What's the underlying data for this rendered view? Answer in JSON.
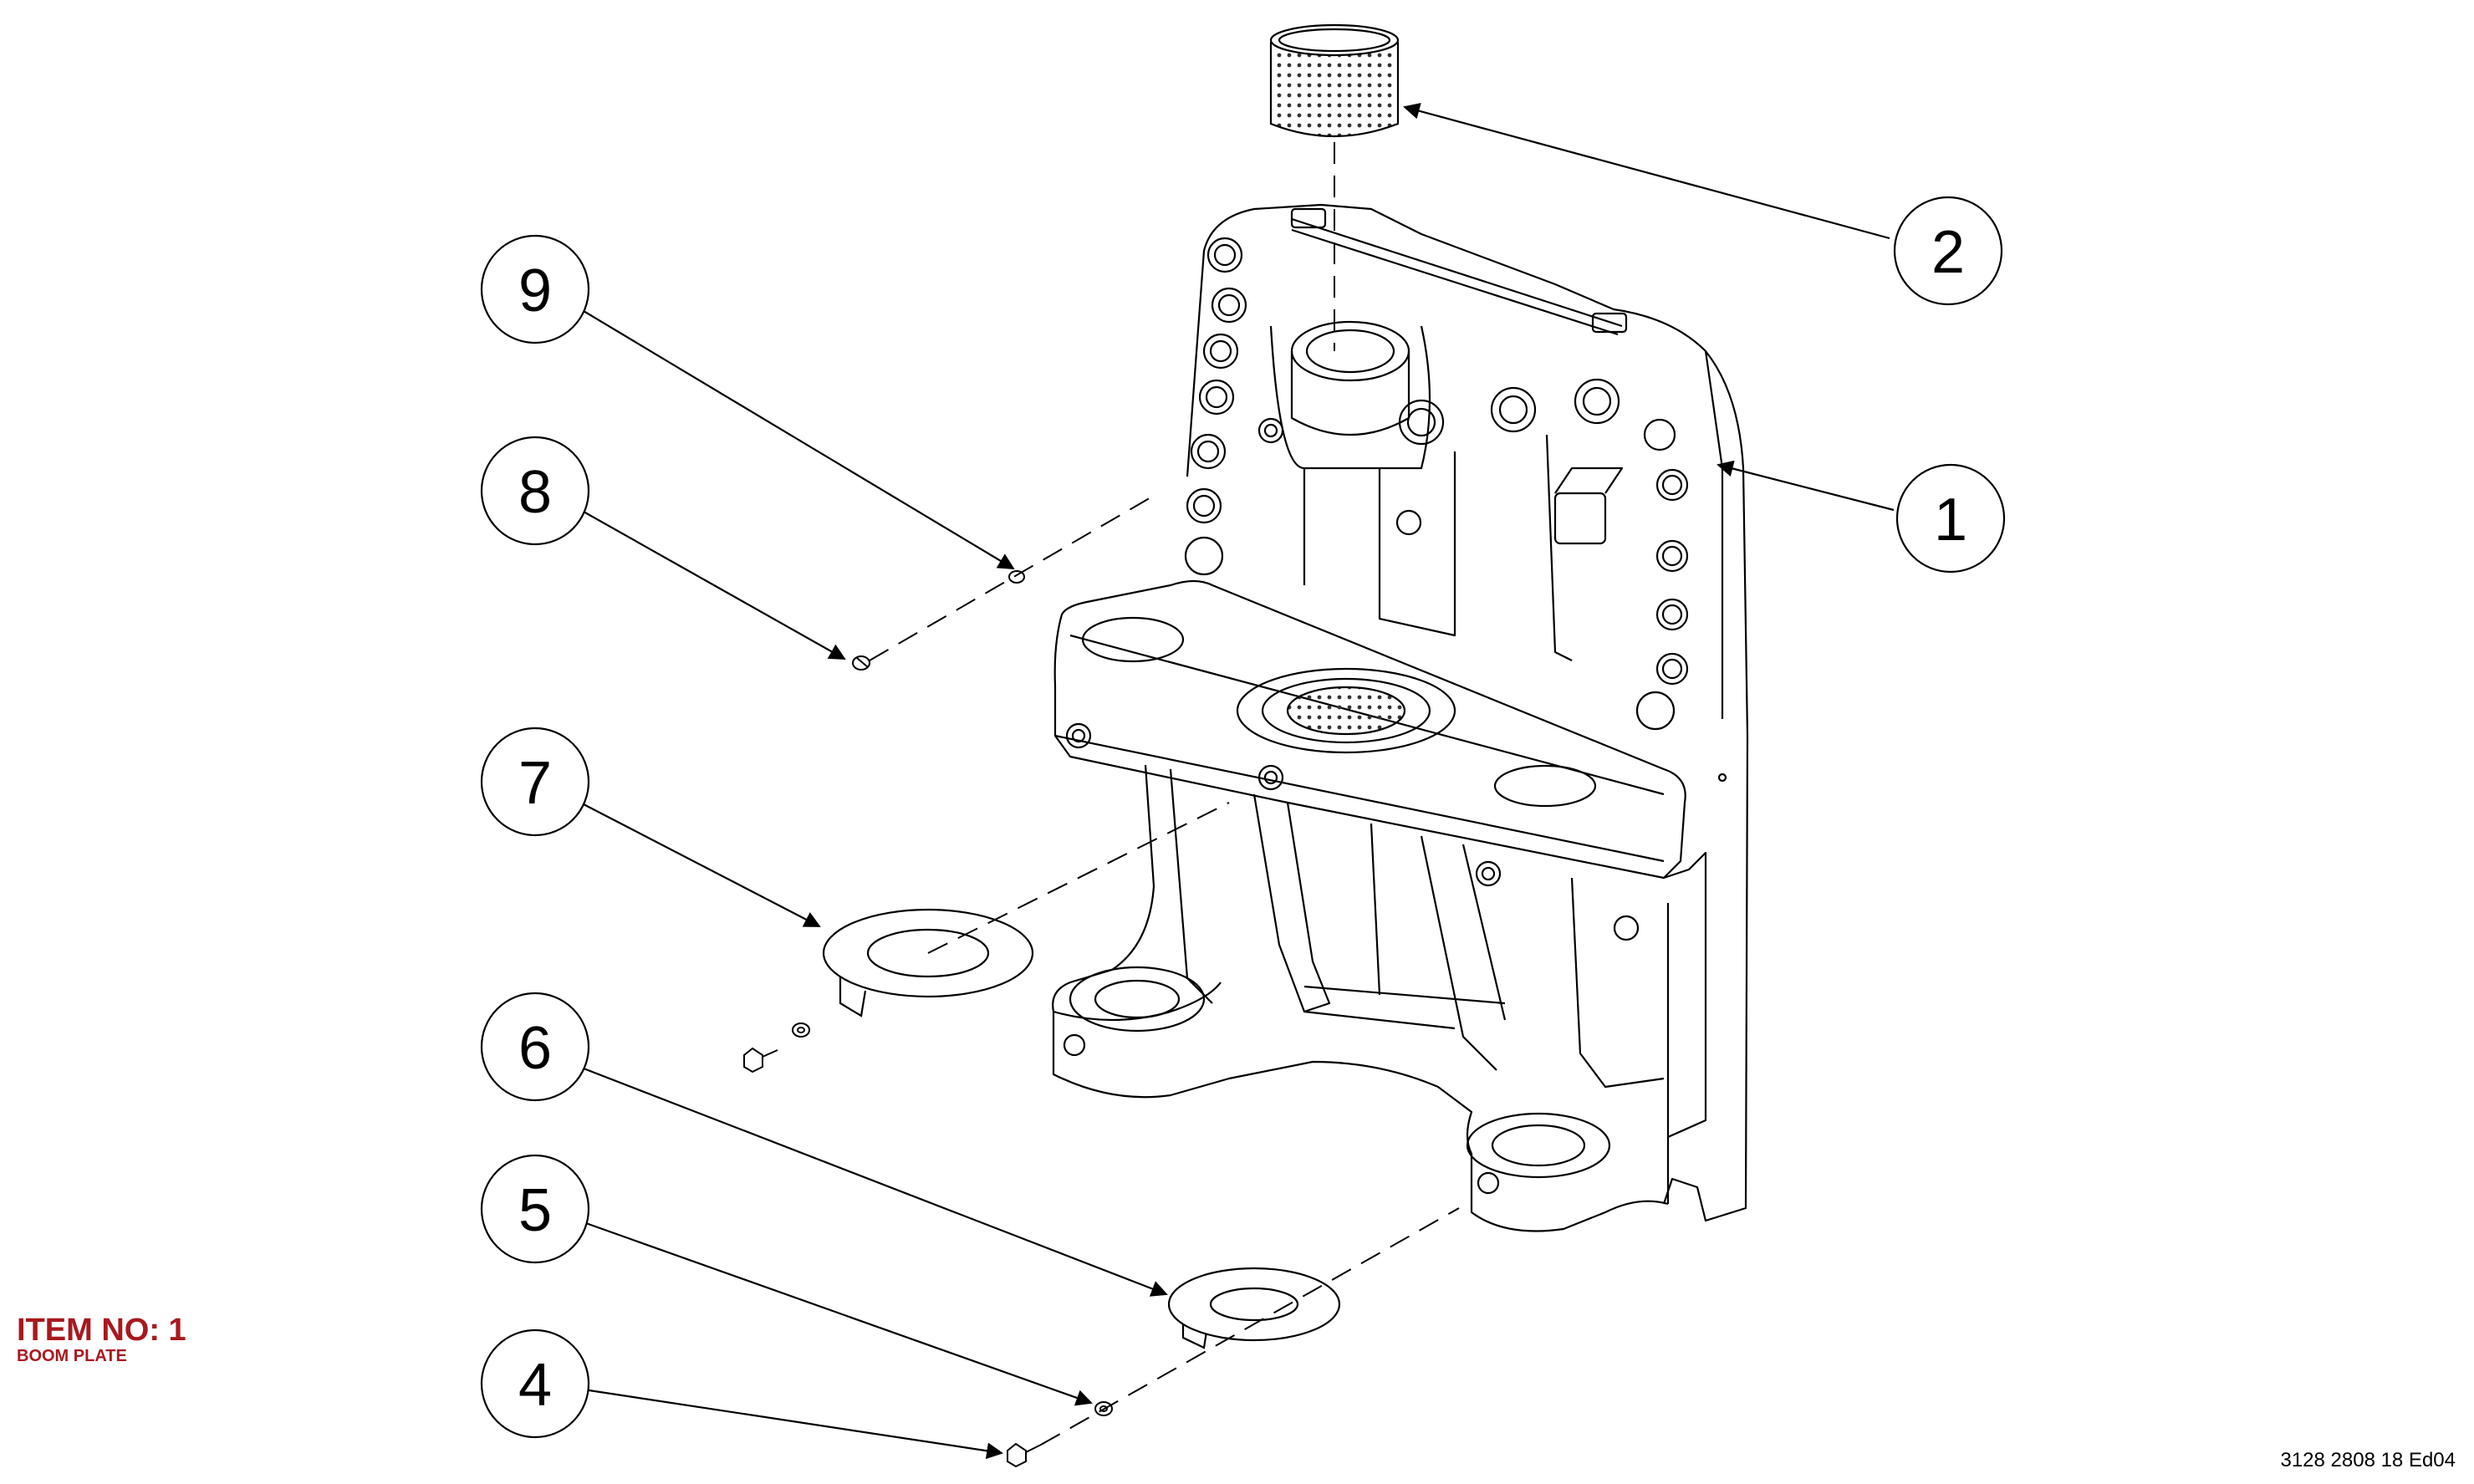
{
  "item_label": {
    "line1": "ITEM NO: 1",
    "line2": "BOOM PLATE"
  },
  "drawing_number": "3128 2808 18 Ed04",
  "balloons": [
    {
      "id": "1",
      "label": "1"
    },
    {
      "id": "2",
      "label": "2"
    },
    {
      "id": "4",
      "label": "4"
    },
    {
      "id": "5",
      "label": "5"
    },
    {
      "id": "6",
      "label": "6"
    },
    {
      "id": "7",
      "label": "7"
    },
    {
      "id": "8",
      "label": "8"
    },
    {
      "id": "9",
      "label": "9"
    }
  ],
  "colors": {
    "line": "#000000",
    "label_red": "#a8191e",
    "background": "#ffffff"
  }
}
